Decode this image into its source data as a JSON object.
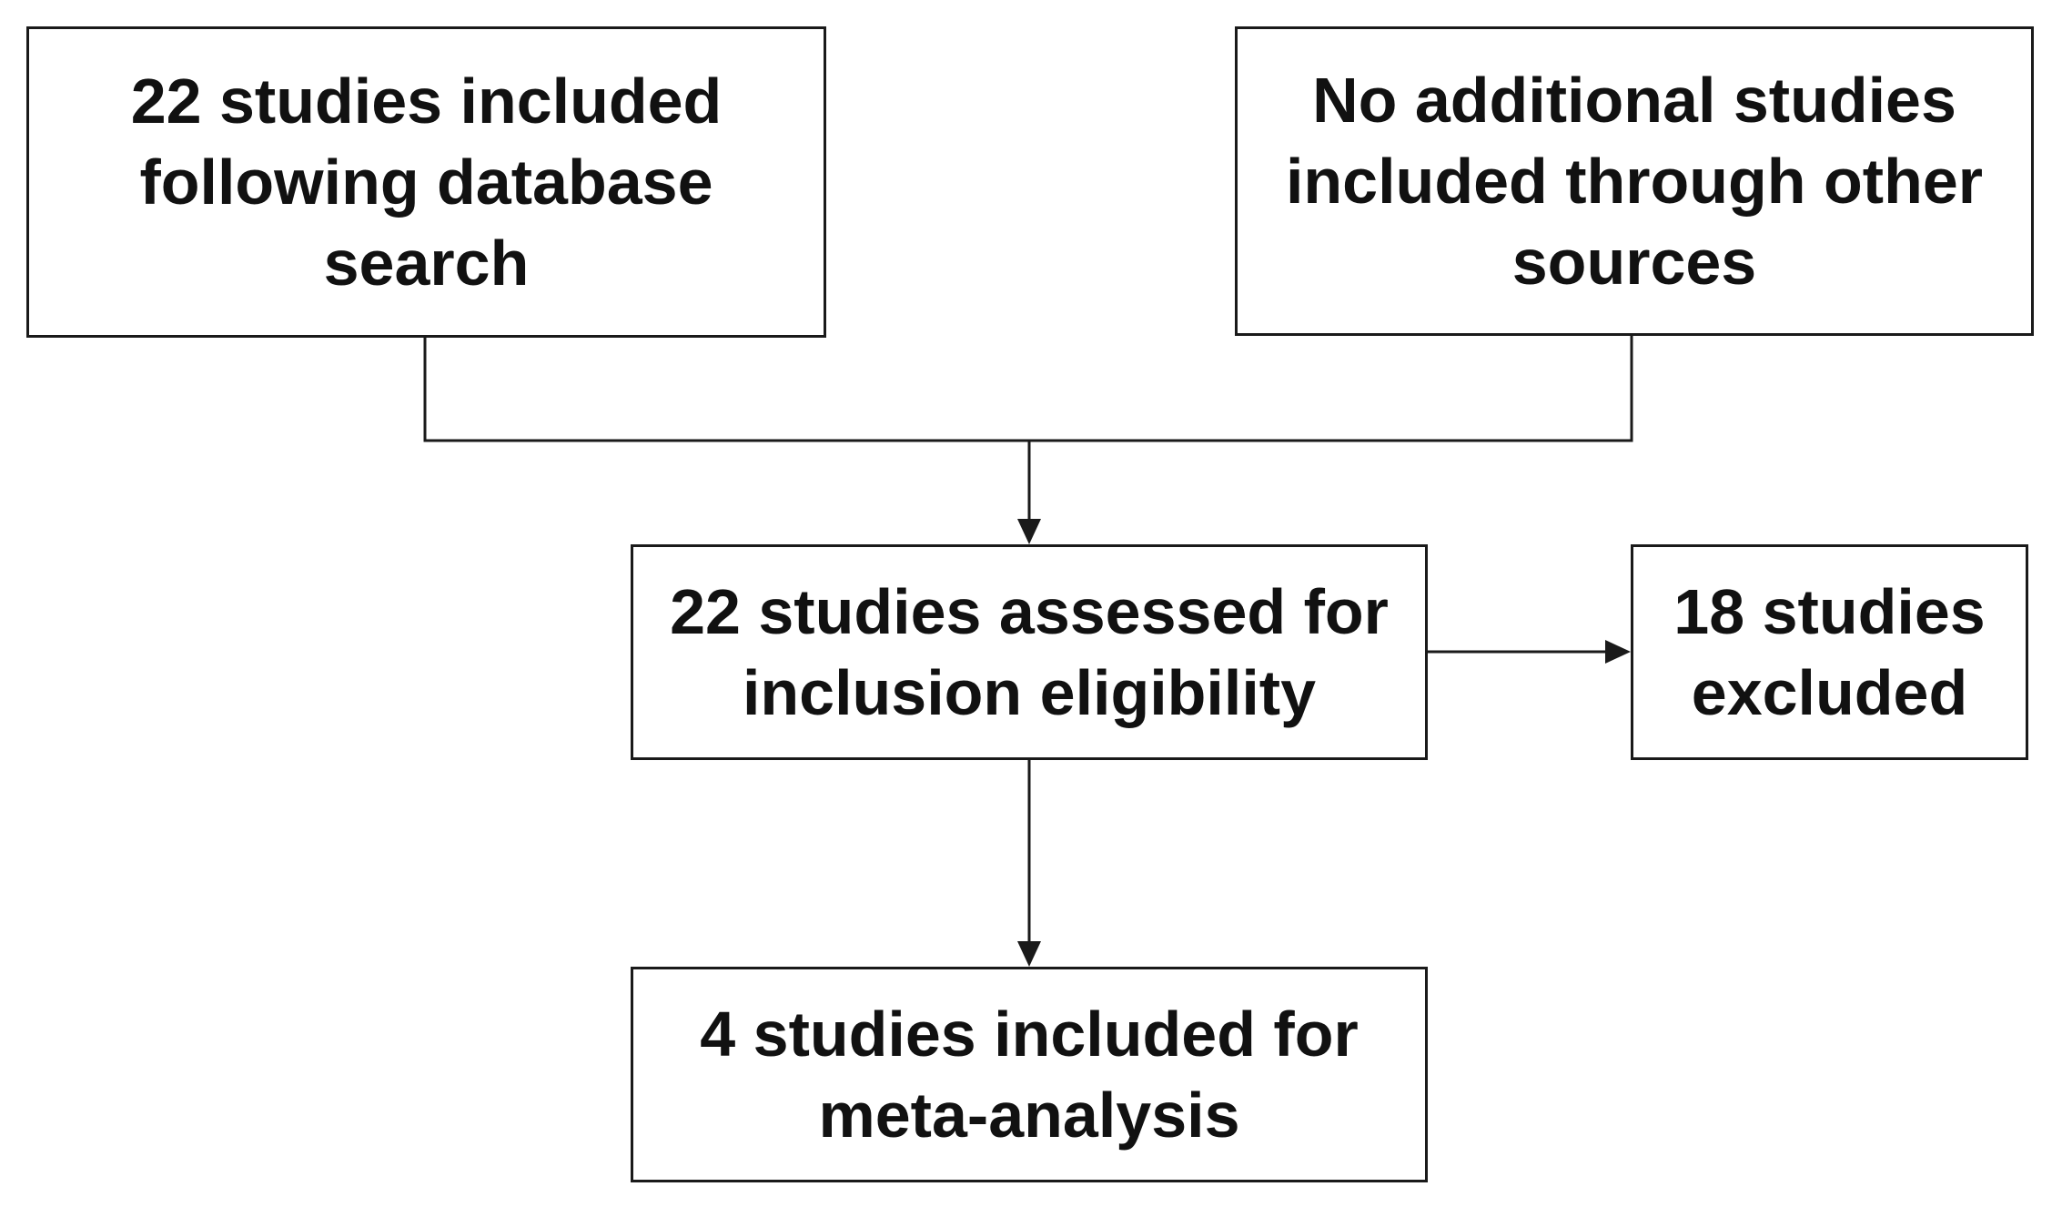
{
  "diagram": {
    "type": "flowchart",
    "line_color": "#1a1a1a",
    "text_color": "#111111",
    "background": "#ffffff",
    "nodes": [
      {
        "id": "database",
        "text": "22 studies included following database search"
      },
      {
        "id": "other",
        "text": "No additional studies included through other sources"
      },
      {
        "id": "assessed",
        "text": "22 studies assessed for inclusion eligibility"
      },
      {
        "id": "excluded",
        "text": "18 studies excluded"
      },
      {
        "id": "included",
        "text": "4 studies included for meta-analysis"
      }
    ],
    "edges": [
      {
        "from": "database",
        "to": "assessed",
        "style": "merge"
      },
      {
        "from": "other",
        "to": "assessed",
        "style": "merge"
      },
      {
        "from": "assessed",
        "to": "excluded",
        "style": "arrow"
      },
      {
        "from": "assessed",
        "to": "included",
        "style": "arrow"
      }
    ]
  }
}
